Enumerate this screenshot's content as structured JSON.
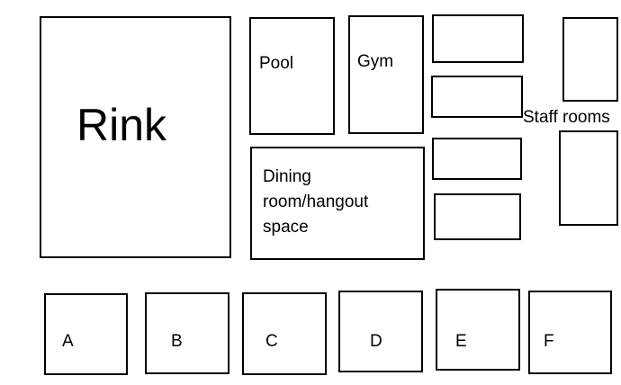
{
  "rooms": {
    "rink": "Rink",
    "pool": "Pool",
    "gym": "Gym",
    "dining": "Dining room/hangout space",
    "staff": "Staff rooms"
  },
  "units": [
    "A",
    "B",
    "C",
    "D",
    "E",
    "F"
  ]
}
